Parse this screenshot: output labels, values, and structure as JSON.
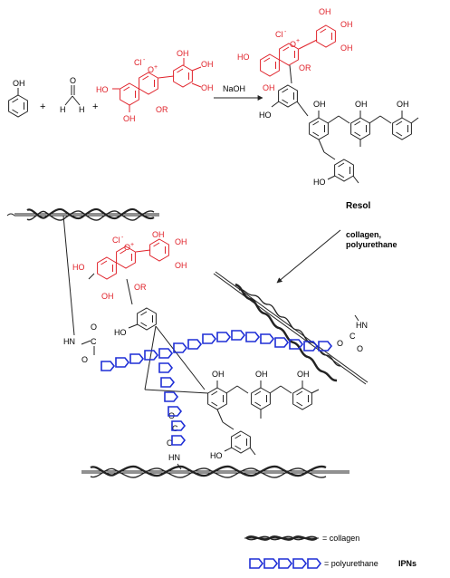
{
  "colors": {
    "dye": "#e0222a",
    "polyurethane": "#1f2fd6",
    "ink": "#222222"
  },
  "reaction": {
    "plus": "+",
    "reagent_oh": "OH",
    "aldehyde_h1": "H",
    "aldehyde_h2": "H",
    "aldehyde_o": "O",
    "dye_cl": "Cl",
    "dye_cl_sup": "-",
    "dye_o": "O",
    "dye_o_sup": "+",
    "dye_oh": "OH",
    "dye_or": "OR",
    "dye_ho": "HO",
    "condition": "NaOH"
  },
  "step2": {
    "product": "Resol",
    "condition_line1": "collagen,",
    "condition_line2": "polyurethane"
  },
  "network": {
    "hn": "HN",
    "c": "C",
    "o": "O",
    "oh": "OH",
    "ho": "HO"
  },
  "legend": {
    "collagen": "= collagen",
    "polyurethane": "= polyurethane",
    "ipns": "IPNs"
  }
}
